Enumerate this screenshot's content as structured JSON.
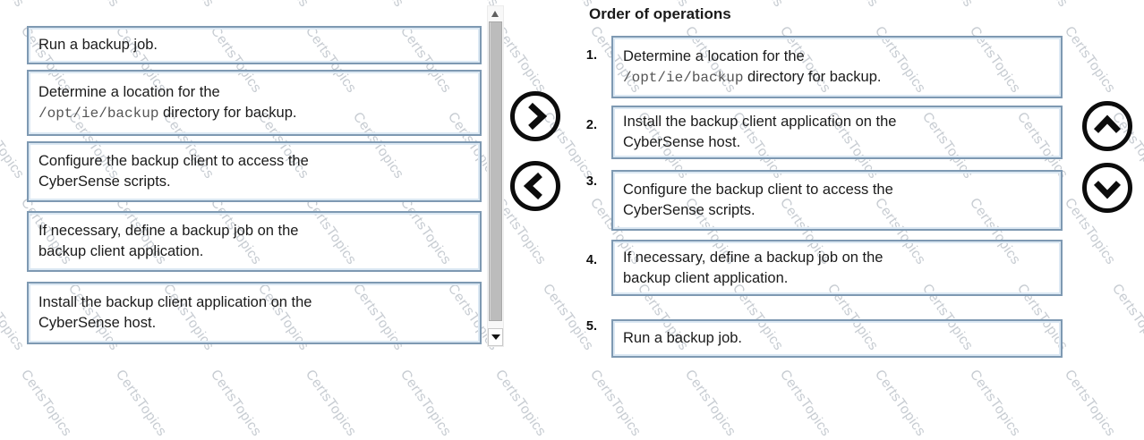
{
  "title": "Order of operations",
  "watermark": {
    "text": "CertsTopics"
  },
  "source_list": {
    "items": [
      {
        "lines": [
          [
            {
              "text": "Run a backup job."
            }
          ]
        ]
      },
      {
        "lines": [
          [
            {
              "text": "Determine a location for the"
            }
          ],
          [
            {
              "text": "/opt/ie/backup",
              "mono": true
            },
            {
              "text": " directory for backup."
            }
          ]
        ]
      },
      {
        "lines": [
          [
            {
              "text": "Configure the backup client to access the"
            }
          ],
          [
            {
              "text": "CyberSense scripts."
            }
          ]
        ]
      },
      {
        "lines": [
          [
            {
              "text": "If necessary, define a backup job on the"
            }
          ],
          [
            {
              "text": "backup client application."
            }
          ]
        ]
      },
      {
        "lines": [
          [
            {
              "text": "Install the backup client application on the"
            }
          ],
          [
            {
              "text": "CyberSense host."
            }
          ]
        ]
      }
    ]
  },
  "order_list": {
    "items": [
      {
        "number": "1.",
        "lines": [
          [
            {
              "text": "Determine a location for the"
            }
          ],
          [
            {
              "text": "/opt/ie/backup",
              "mono": true
            },
            {
              "text": " directory for backup."
            }
          ]
        ]
      },
      {
        "number": "2.",
        "lines": [
          [
            {
              "text": "Install the backup client application on the"
            }
          ],
          [
            {
              "text": "CyberSense host."
            }
          ]
        ]
      },
      {
        "number": "3.",
        "lines": [
          [
            {
              "text": "Configure the backup client to access the"
            }
          ],
          [
            {
              "text": "CyberSense scripts."
            }
          ]
        ]
      },
      {
        "number": "4.",
        "lines": [
          [
            {
              "text": "If necessary, define a backup job on the"
            }
          ],
          [
            {
              "text": "backup client application."
            }
          ]
        ]
      },
      {
        "number": "5.",
        "lines": [
          [
            {
              "text": "Run a backup job."
            }
          ]
        ]
      }
    ]
  },
  "controls": {
    "move_right": "chevron-right-icon",
    "move_left": "chevron-left-icon",
    "move_up": "chevron-up-icon",
    "move_down": "chevron-down-icon"
  },
  "colors": {
    "box_border": "#7e99b2",
    "box_inner_line": "#dbe8f3",
    "watermark": "#c7ccd2",
    "icon": "#0c0c0c"
  }
}
